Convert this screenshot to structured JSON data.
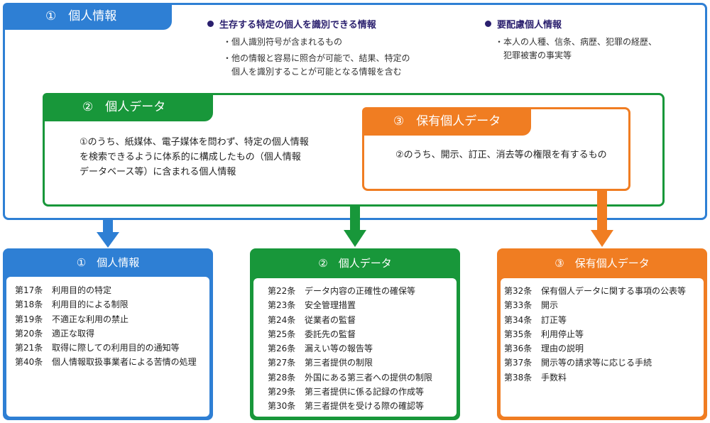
{
  "top": {
    "title": "①　個人情報",
    "identify": {
      "heading": "生存する特定の個人を識別できる情報",
      "items": [
        "・個人識別符号が含まれるもの",
        "・他の情報と容易に照合が可能で、結果、特定の",
        "　個人を識別することが可能となる情報を含む"
      ]
    },
    "sensitive": {
      "heading": "要配慮個人情報",
      "items": [
        "・本人の人種、信条、病歴、犯罪の経歴、",
        "　犯罪被害の事実等"
      ]
    }
  },
  "data_box": {
    "title": "②　個人データ",
    "lines": [
      "①のうち、紙媒体、電子媒体を問わず、特定の個人情報",
      "を検索できるように体系的に構成したもの（個人情報",
      "データベース等）に含まれる個人情報"
    ]
  },
  "retained_box": {
    "title": "③　保有個人データ",
    "text": "②のうち、開示、訂正、消去等の権限を有するもの"
  },
  "panels": {
    "personal": {
      "title": "①　個人情報",
      "rows": [
        {
          "num": "第17条",
          "text": "利用目的の特定"
        },
        {
          "num": "第18条",
          "text": "利用目的による制限"
        },
        {
          "num": "第19条",
          "text": "不適正な利用の禁止"
        },
        {
          "num": "第20条",
          "text": "適正な取得"
        },
        {
          "num": "第21条",
          "text": "取得に際しての利用目的の通知等"
        },
        {
          "num": "第40条",
          "text": "個人情報取扱事業者による苦情の処理"
        }
      ]
    },
    "data": {
      "title": "②　個人データ",
      "rows": [
        {
          "num": "第22条",
          "text": "データ内容の正確性の確保等"
        },
        {
          "num": "第23条",
          "text": "安全管理措置"
        },
        {
          "num": "第24条",
          "text": "従業者の監督"
        },
        {
          "num": "第25条",
          "text": "委託先の監督"
        },
        {
          "num": "第26条",
          "text": "漏えい等の報告等"
        },
        {
          "num": "第27条",
          "text": "第三者提供の制限"
        },
        {
          "num": "第28条",
          "text": "外国にある第三者への提供の制限"
        },
        {
          "num": "第29条",
          "text": "第三者提供に係る記録の作成等"
        },
        {
          "num": "第30条",
          "text": "第三者提供を受ける際の確認等"
        }
      ]
    },
    "retained": {
      "title": "③　保有個人データ",
      "rows": [
        {
          "num": "第32条",
          "text": "保有個人データに関する事項の公表等"
        },
        {
          "num": "第33条",
          "text": "開示"
        },
        {
          "num": "第34条",
          "text": "訂正等"
        },
        {
          "num": "第35条",
          "text": "利用停止等"
        },
        {
          "num": "第36条",
          "text": "理由の説明"
        },
        {
          "num": "第37条",
          "text": "開示等の請求等に応じる手続"
        },
        {
          "num": "第38条",
          "text": "手数料"
        }
      ]
    }
  },
  "colors": {
    "blue": "#2e7fd4",
    "green": "#18973a",
    "orange": "#f07d22",
    "navy": "#2a1f6e"
  }
}
